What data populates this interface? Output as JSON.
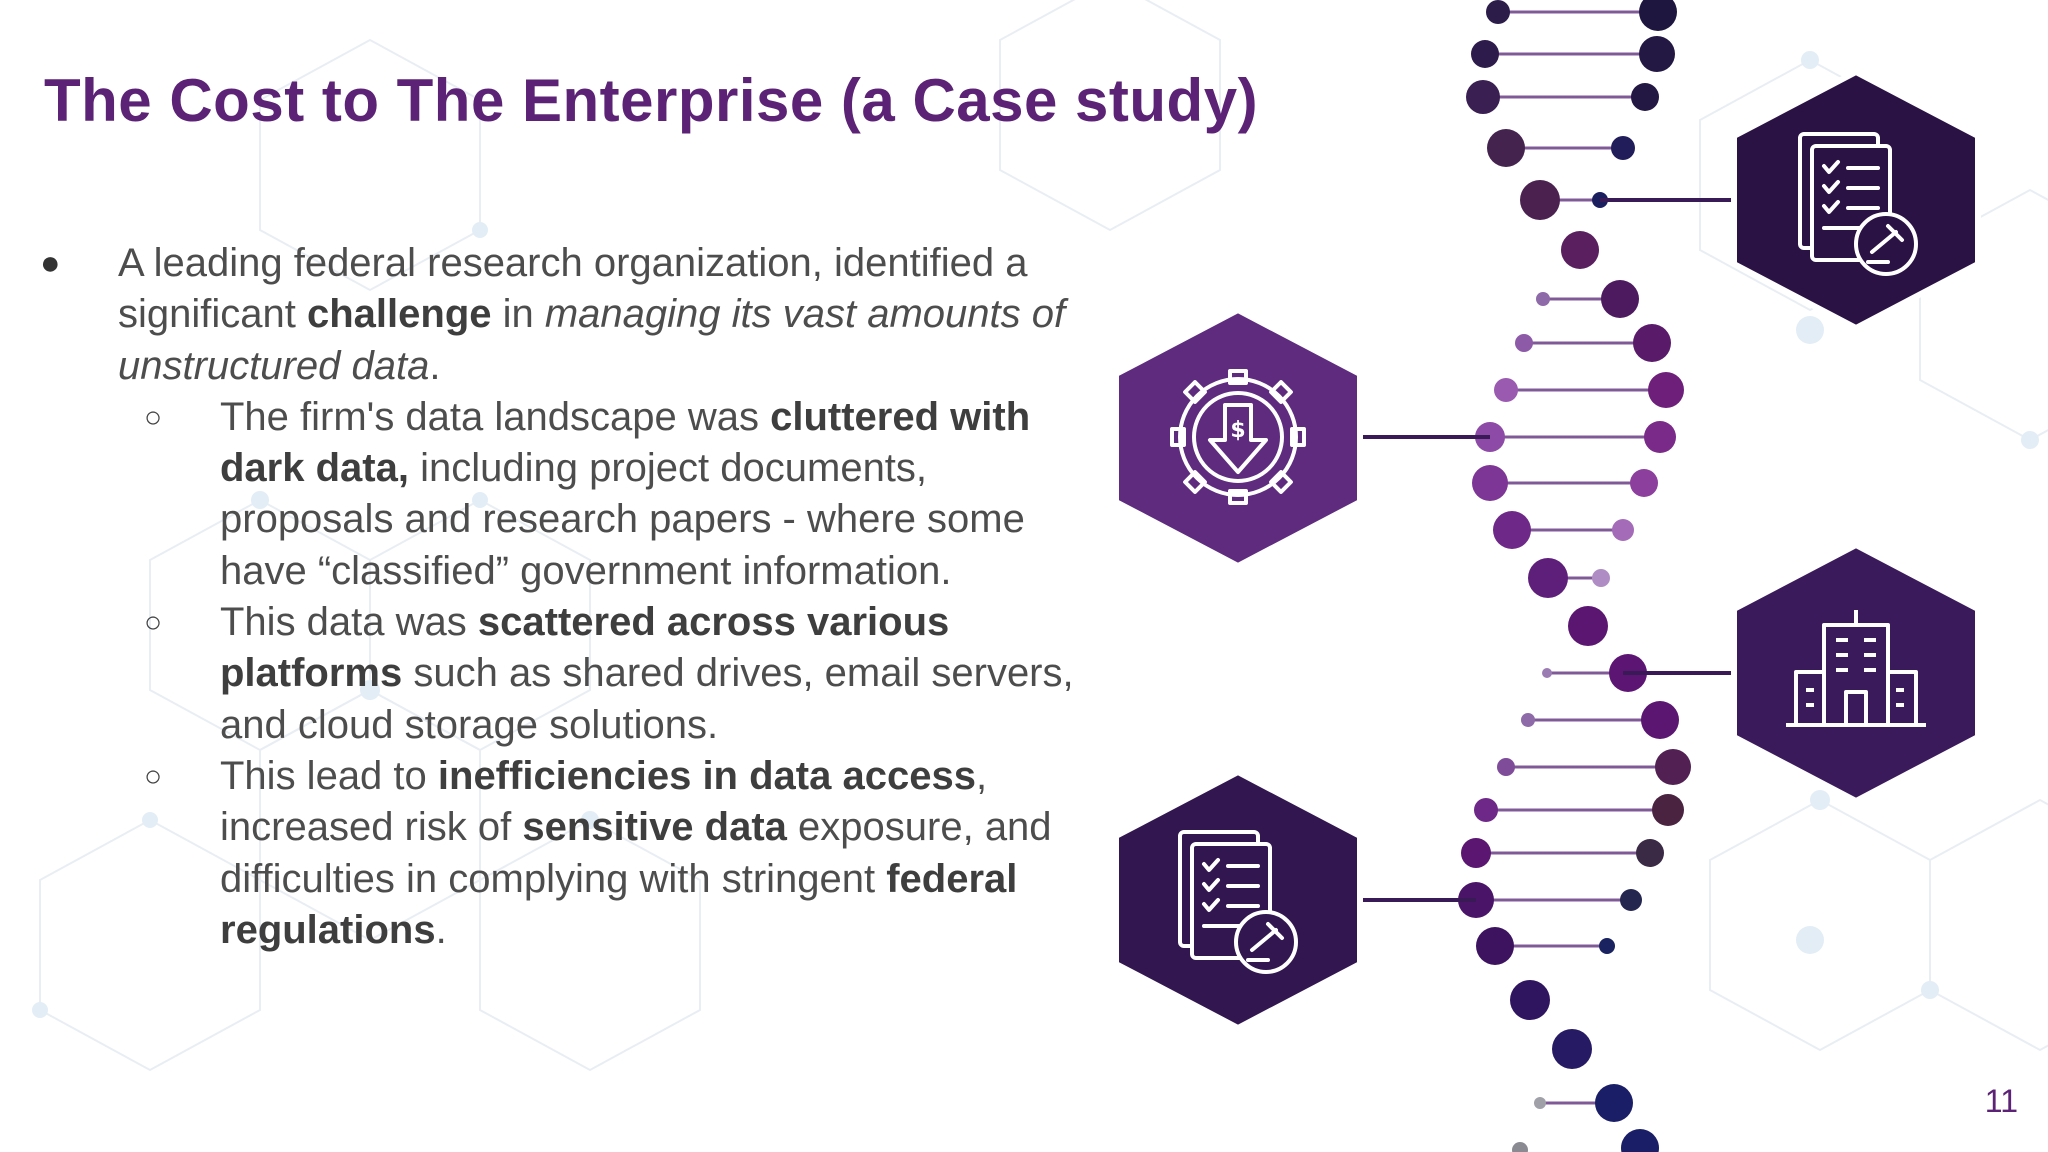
{
  "slide": {
    "title": "The Cost to The Enterprise (a Case study)",
    "page_number": "11"
  },
  "content": {
    "bullet1": {
      "t1": "A leading federal research organization, identified a significant ",
      "b1": "challenge",
      "t2": " in ",
      "i1": "managing its vast amounts of unstructured data",
      "t3": "."
    },
    "sub1": {
      "t1": "The firm's data landscape was ",
      "b1": "cluttered with dark data,",
      "t2": " including project documents, proposals and research papers - where some have “classified” government information."
    },
    "sub2": {
      "t1": "This data was ",
      "b1": "scattered across various platforms",
      "t2": " such as shared drives, email servers, and cloud storage solutions."
    },
    "sub3": {
      "t1": "This lead to ",
      "b1": "inefficiencies in data access",
      "t2": ", increased risk of ",
      "b2": "sensitive data",
      "t3": " exposure, and difficulties in complying with stringent ",
      "b3": "federal regulations",
      "t4": "."
    }
  },
  "icons": [
    {
      "name": "document-gavel-icon"
    },
    {
      "name": "gear-dollar-down-icon"
    },
    {
      "name": "building-icon"
    },
    {
      "name": "document-gavel-icon"
    }
  ],
  "colors": {
    "title": "#5b2275",
    "text": "#4d4d4d",
    "hex_dark": "#2a1245",
    "hex_purple": "#5e2b7e",
    "hex_mid": "#3b1a5c",
    "dna_light": "#9a6fb0"
  }
}
